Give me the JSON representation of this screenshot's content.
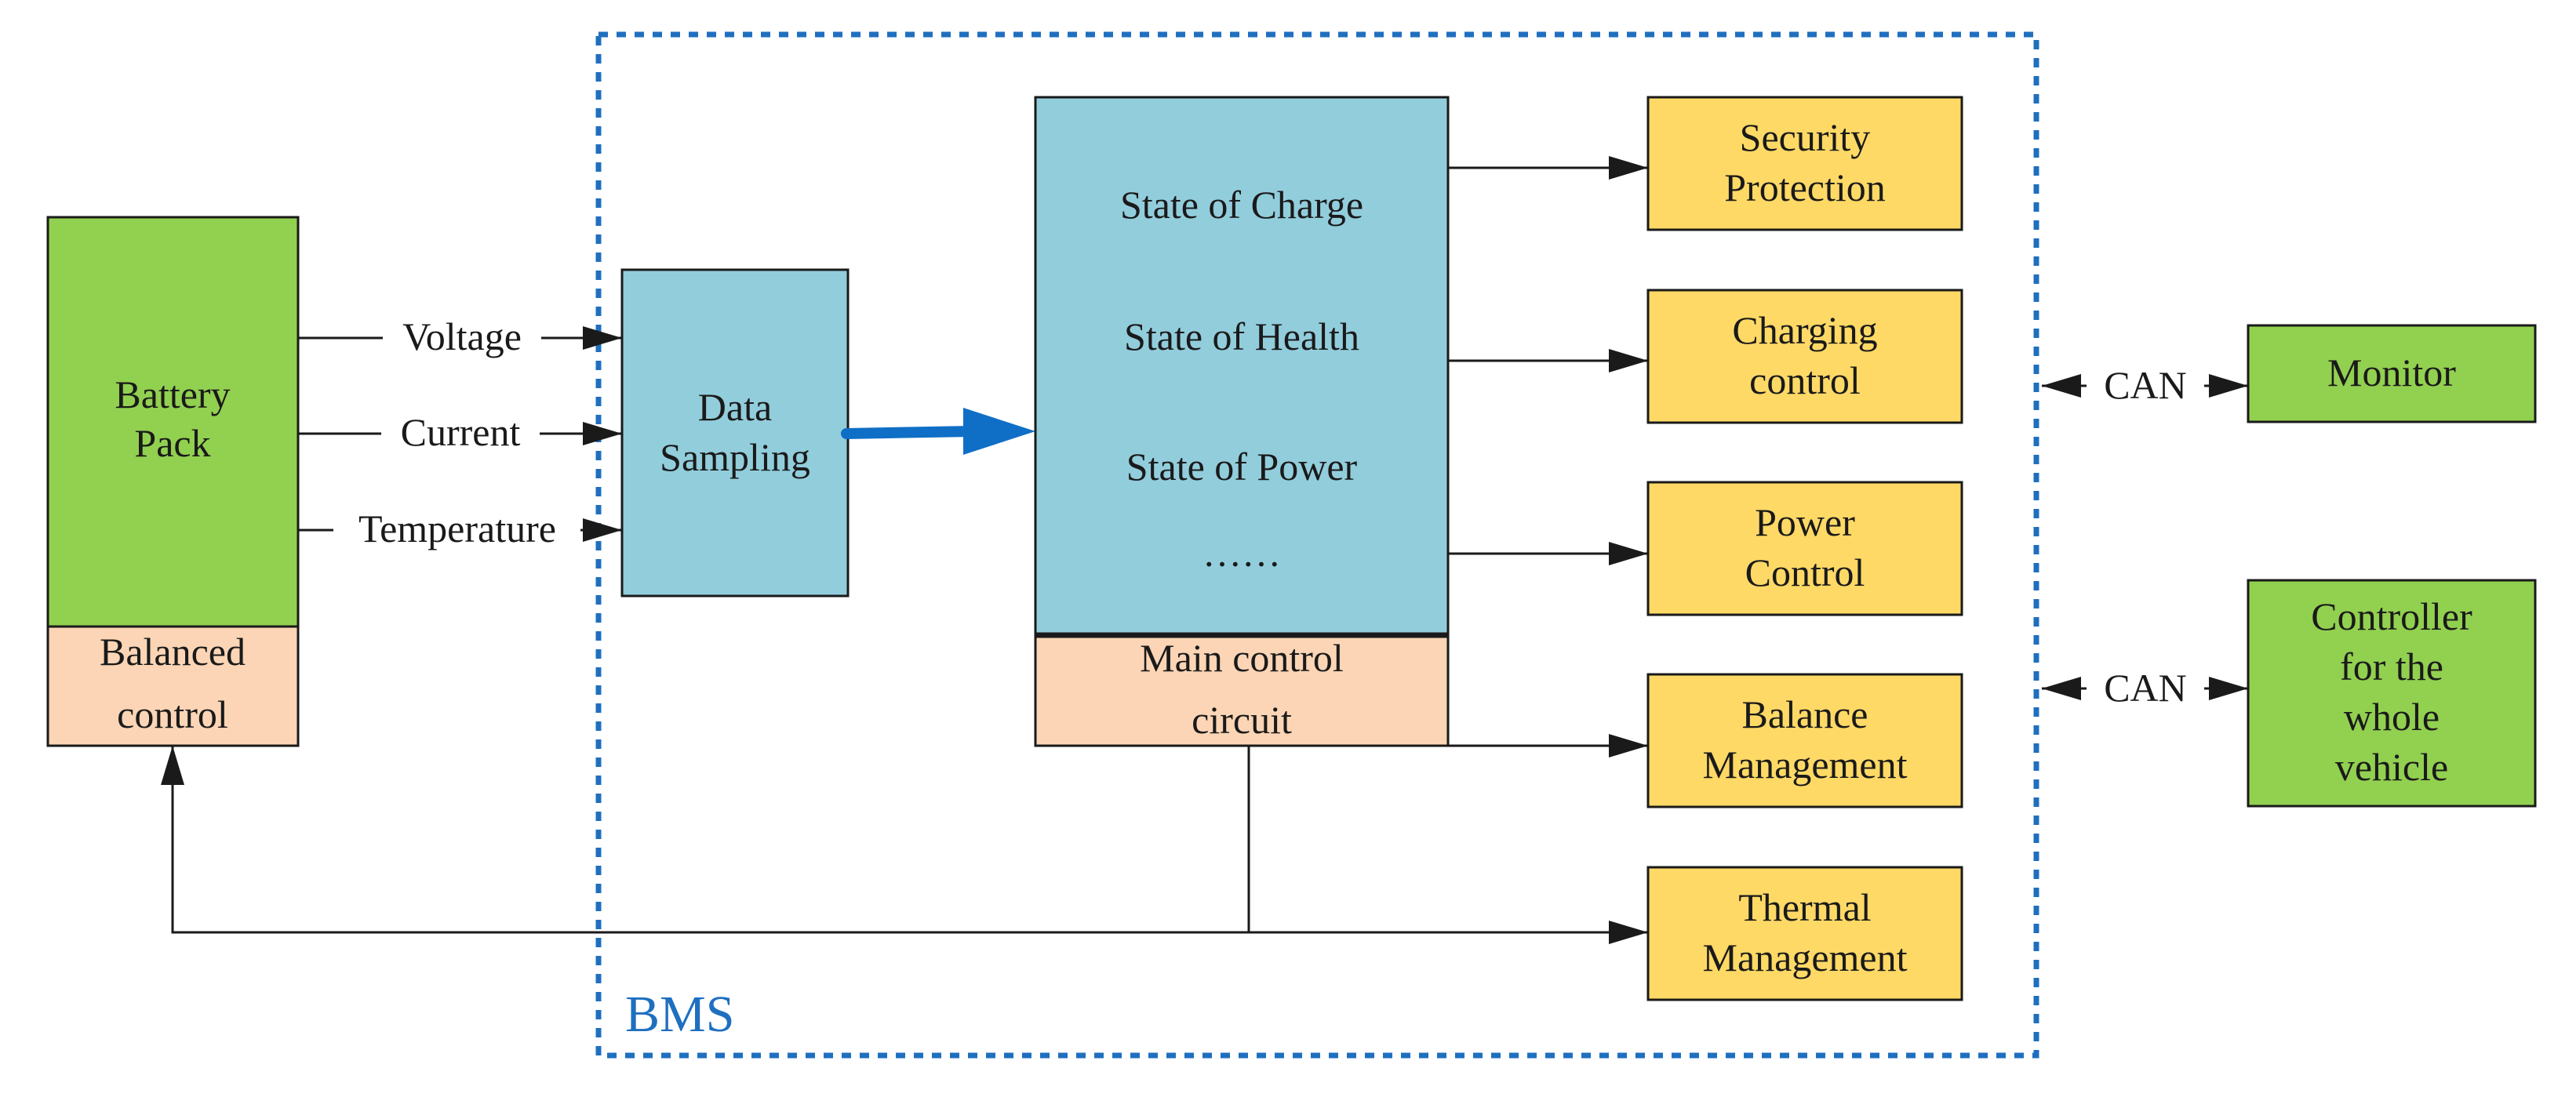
{
  "battery_pack": {
    "line1": "Battery",
    "line2": "Pack"
  },
  "balanced_control": {
    "line1": "Balanced",
    "line2": "control"
  },
  "signals": {
    "voltage": "Voltage",
    "current": "Current",
    "temperature": "Temperature"
  },
  "data_sampling": {
    "line1": "Data",
    "line2": "Sampling"
  },
  "states": {
    "charge": "State of Charge",
    "health": "State of Health",
    "power": "State of Power",
    "more": "……"
  },
  "main_control": {
    "line1": "Main control",
    "line2": "circuit"
  },
  "outputs": [
    {
      "line1": "Security",
      "line2": "Protection"
    },
    {
      "line1": "Charging",
      "line2": "control"
    },
    {
      "line1": "Power",
      "line2": "Control"
    },
    {
      "line1": "Balance",
      "line2": "Management"
    },
    {
      "line1": "Thermal",
      "line2": "Management"
    }
  ],
  "bus": {
    "can1": "CAN",
    "can2": "CAN"
  },
  "monitor": {
    "label": "Monitor"
  },
  "vehicle_controller": {
    "line1": "Controller",
    "line2": "for the",
    "line3": "whole",
    "line4": "vehicle"
  },
  "bms_label": "BMS",
  "colors": {
    "green": "#92d050",
    "blue": "#92cddc",
    "peach": "#fbd5b5",
    "yellow": "#ffd966",
    "bms_border": "#1f6fbf",
    "sampling_arrow": "#0f6fc6"
  }
}
